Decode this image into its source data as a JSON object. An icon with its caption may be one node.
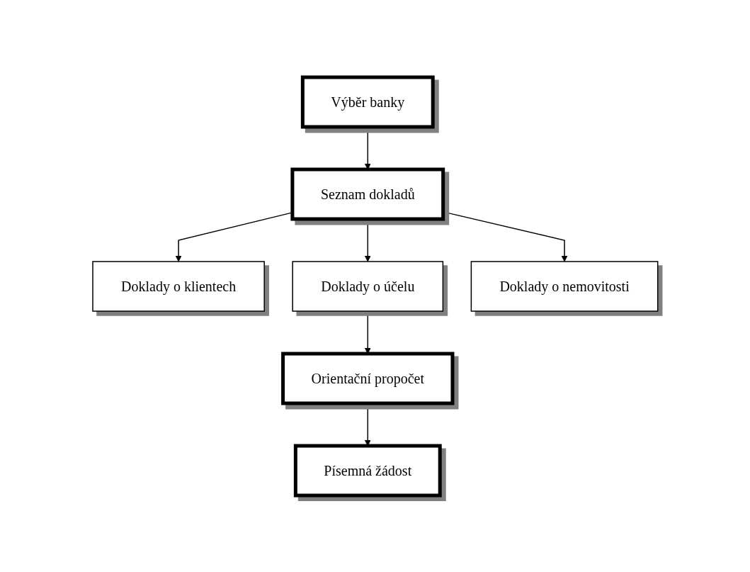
{
  "diagram": {
    "nodes": [
      {
        "text": [
          "Výběr banky"
        ]
      },
      {
        "text": [
          "Seznam dokladů"
        ]
      },
      {
        "text": [
          "Doklady o klientech"
        ]
      },
      {
        "text": [
          "Doklady o účelu"
        ]
      },
      {
        "text": [
          "Doklady o nemovitosti"
        ]
      },
      {
        "text": [
          "Orientační propočet"
        ]
      },
      {
        "text": [
          "Písemná žádost"
        ]
      }
    ],
    "edges": [
      {
        "from": 0,
        "to": 1,
        "arrow": "to"
      },
      {
        "from": 1,
        "to": 2,
        "arrow": "to"
      },
      {
        "from": 1,
        "to": 3,
        "arrow": "to"
      },
      {
        "from": 1,
        "to": 4,
        "arrow": "to"
      },
      {
        "from": 3,
        "to": 5,
        "arrow": "to"
      },
      {
        "from": 5,
        "to": 6,
        "arrow": "to"
      }
    ]
  }
}
